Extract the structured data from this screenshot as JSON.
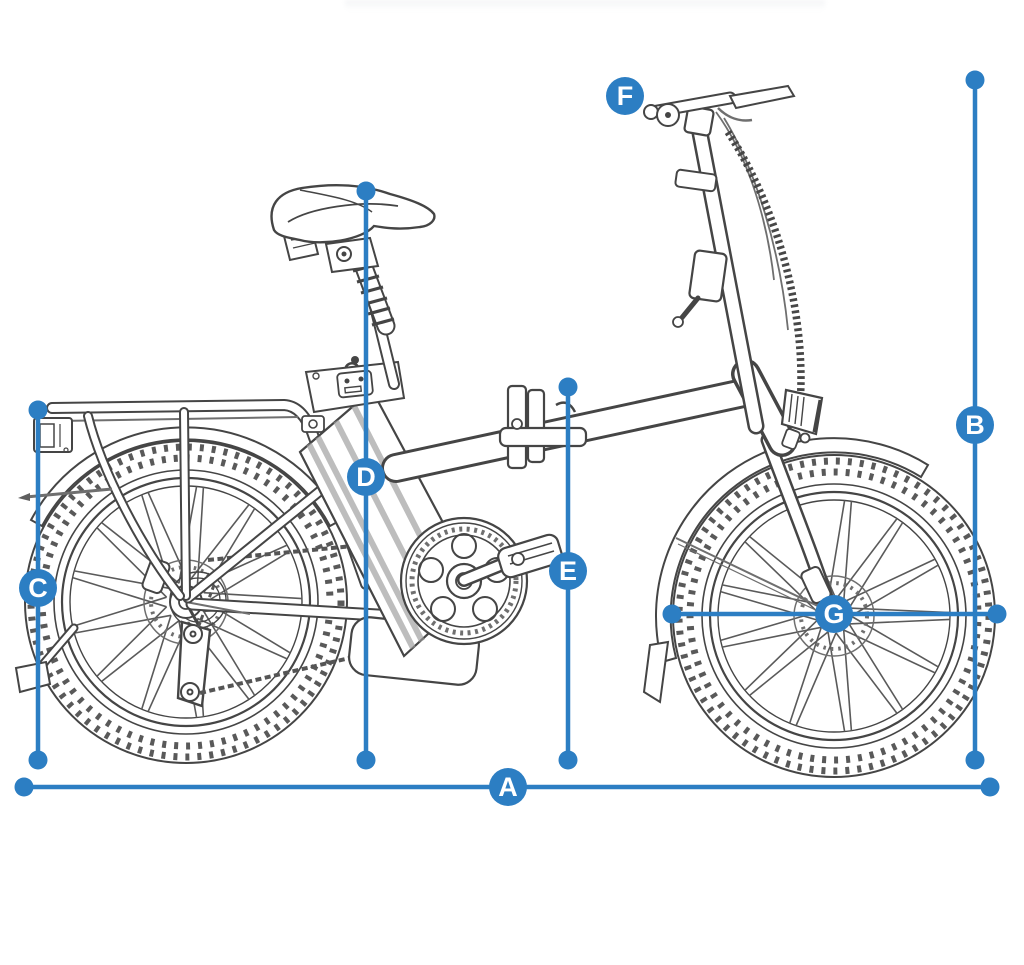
{
  "colors": {
    "accent_blue": "#2c7ec3",
    "artwork_line": "#454545",
    "background": "#ffffff"
  },
  "markers": [
    {
      "letter": "A"
    },
    {
      "letter": "B"
    },
    {
      "letter": "C"
    },
    {
      "letter": "D"
    },
    {
      "letter": "E"
    },
    {
      "letter": "F"
    },
    {
      "letter": "G"
    }
  ]
}
